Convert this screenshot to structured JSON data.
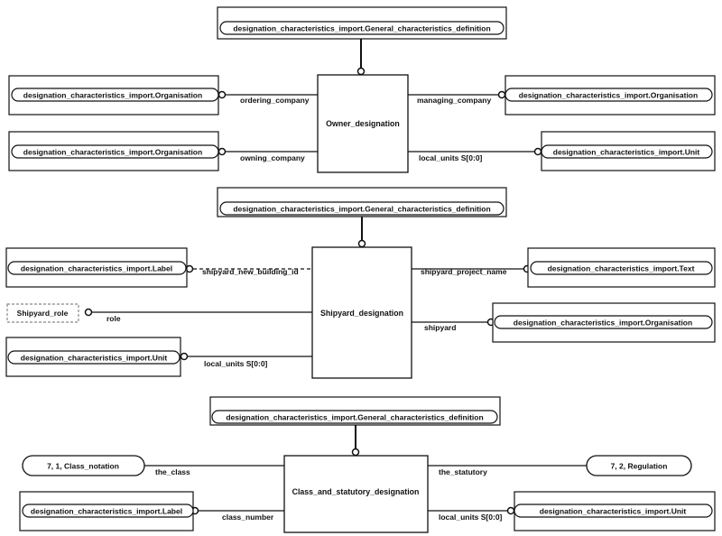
{
  "colors": {
    "ink": "#111111",
    "background": "#ffffff",
    "dashed_box": "#888888"
  },
  "entities": {
    "owner_designation": "Owner_designation",
    "shipyard_designation": "Shipyard_designation",
    "class_and_statutory_designation": "Class_and_statutory_designation"
  },
  "types": {
    "general_def_1": "designation_characteristics_import.General_characteristics_definition",
    "ordering_org": "designation_characteristics_import.Organisation",
    "owning_org": "designation_characteristics_import.Organisation",
    "managing_org": "designation_characteristics_import.Organisation",
    "owner_unit": "designation_characteristics_import.Unit",
    "general_def_2": "designation_characteristics_import.General_characteristics_definition",
    "shipyard_label": "designation_characteristics_import.Label",
    "shipyard_role": "Shipyard_role",
    "shipyard_unit": "designation_characteristics_import.Unit",
    "shipyard_text": "designation_characteristics_import.Text",
    "shipyard_org": "designation_characteristics_import.Organisation",
    "general_def_3": "designation_characteristics_import.General_characteristics_definition",
    "class_notation_ref": "7, 1, Class_notation",
    "regulation_ref": "7, 2, Regulation",
    "class_label": "designation_characteristics_import.Label",
    "class_unit": "designation_characteristics_import.Unit"
  },
  "relations": {
    "ordering_company": "ordering_company",
    "owning_company": "owning_company",
    "managing_company": "managing_company",
    "owner_local_units": "local_units S[0:0]",
    "shipyard_new_building_id": "shipyard_new_building_id",
    "role": "role",
    "shipyard_local_units": "local_units S[0:0]",
    "shipyard_project_name": "shipyard_project_name",
    "shipyard": "shipyard",
    "the_class": "the_class",
    "class_number": "class_number",
    "the_statutory": "the_statutory",
    "class_local_units": "local_units S[0:0]"
  }
}
